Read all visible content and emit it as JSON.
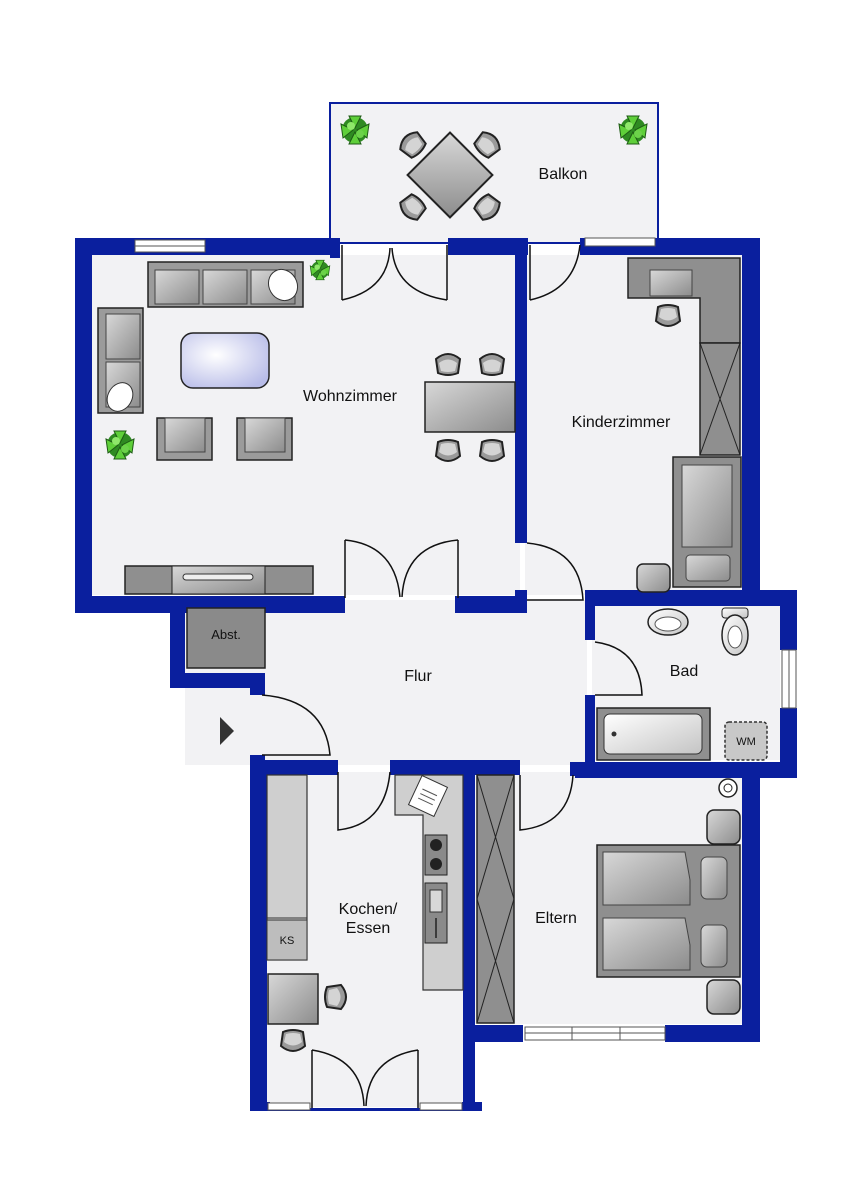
{
  "floor_plan": {
    "rooms": {
      "balkon": "Balkon",
      "wohnzimmer": "Wohnzimmer",
      "kinderzimmer": "Kinderzimmer",
      "flur": "Flur",
      "bad": "Bad",
      "kochen_line1": "Kochen/",
      "kochen_line2": "Essen",
      "eltern": "Eltern",
      "abst": "Abst."
    },
    "fixtures": {
      "fridge": "KS",
      "washer": "WM"
    }
  },
  "colors": {
    "wall": "#0a1f9e",
    "floor": "#f2f2f4",
    "furniture": "#8a8a8a",
    "furniture_light": "#c9c9c9",
    "window": "#ffffff",
    "plant": "#3a9a2a"
  }
}
